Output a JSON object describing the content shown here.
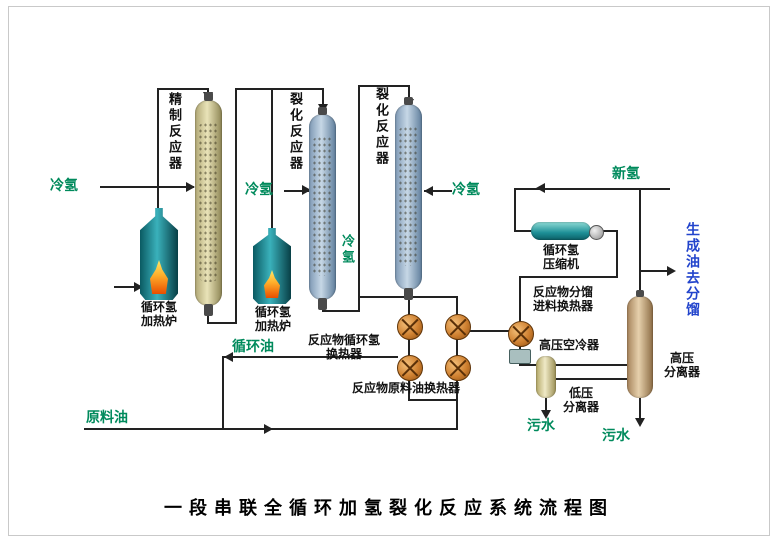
{
  "title": "一段串联全循环加氢裂化反应系统流程图",
  "equipment": {
    "reactor1_label": "精制反应器",
    "reactor2_label": "裂化反应器",
    "reactor3_label": "裂化反应器",
    "furnace1_line1": "循环氢",
    "furnace1_line2": "加热炉",
    "furnace2_line1": "循环氢",
    "furnace2_line2": "加热炉",
    "compressor_line1": "循环氢",
    "compressor_line2": "压缩机",
    "hx_recycle_line1": "反应物循环氢",
    "hx_recycle_line2": "换热器",
    "hx_feed_label": "反应物原料油换热器",
    "hx_frac_line1": "反应物分馏",
    "hx_frac_line2": "进料换热器",
    "air_cooler_label": "高压空冷器",
    "hp_separator_line1": "高压",
    "hp_separator_line2": "分离器",
    "lp_separator_line1": "低压",
    "lp_separator_line2": "分离器"
  },
  "streams": {
    "cold_hydrogen_1": "冷氢",
    "cold_hydrogen_2": "冷氢",
    "cold_hydrogen_3": "冷氢",
    "cold_hydrogen_4": "冷氢",
    "new_hydrogen": "新氢",
    "feed_oil": "原料油",
    "recycle_oil": "循环油",
    "product_to_fractionation": "生成油去分馏",
    "waste_water_1": "污水",
    "waste_water_2": "污水"
  },
  "colors": {
    "stream_label_green": "#008a5c",
    "product_label_blue": "#2244cc",
    "line_black": "#222222"
  }
}
